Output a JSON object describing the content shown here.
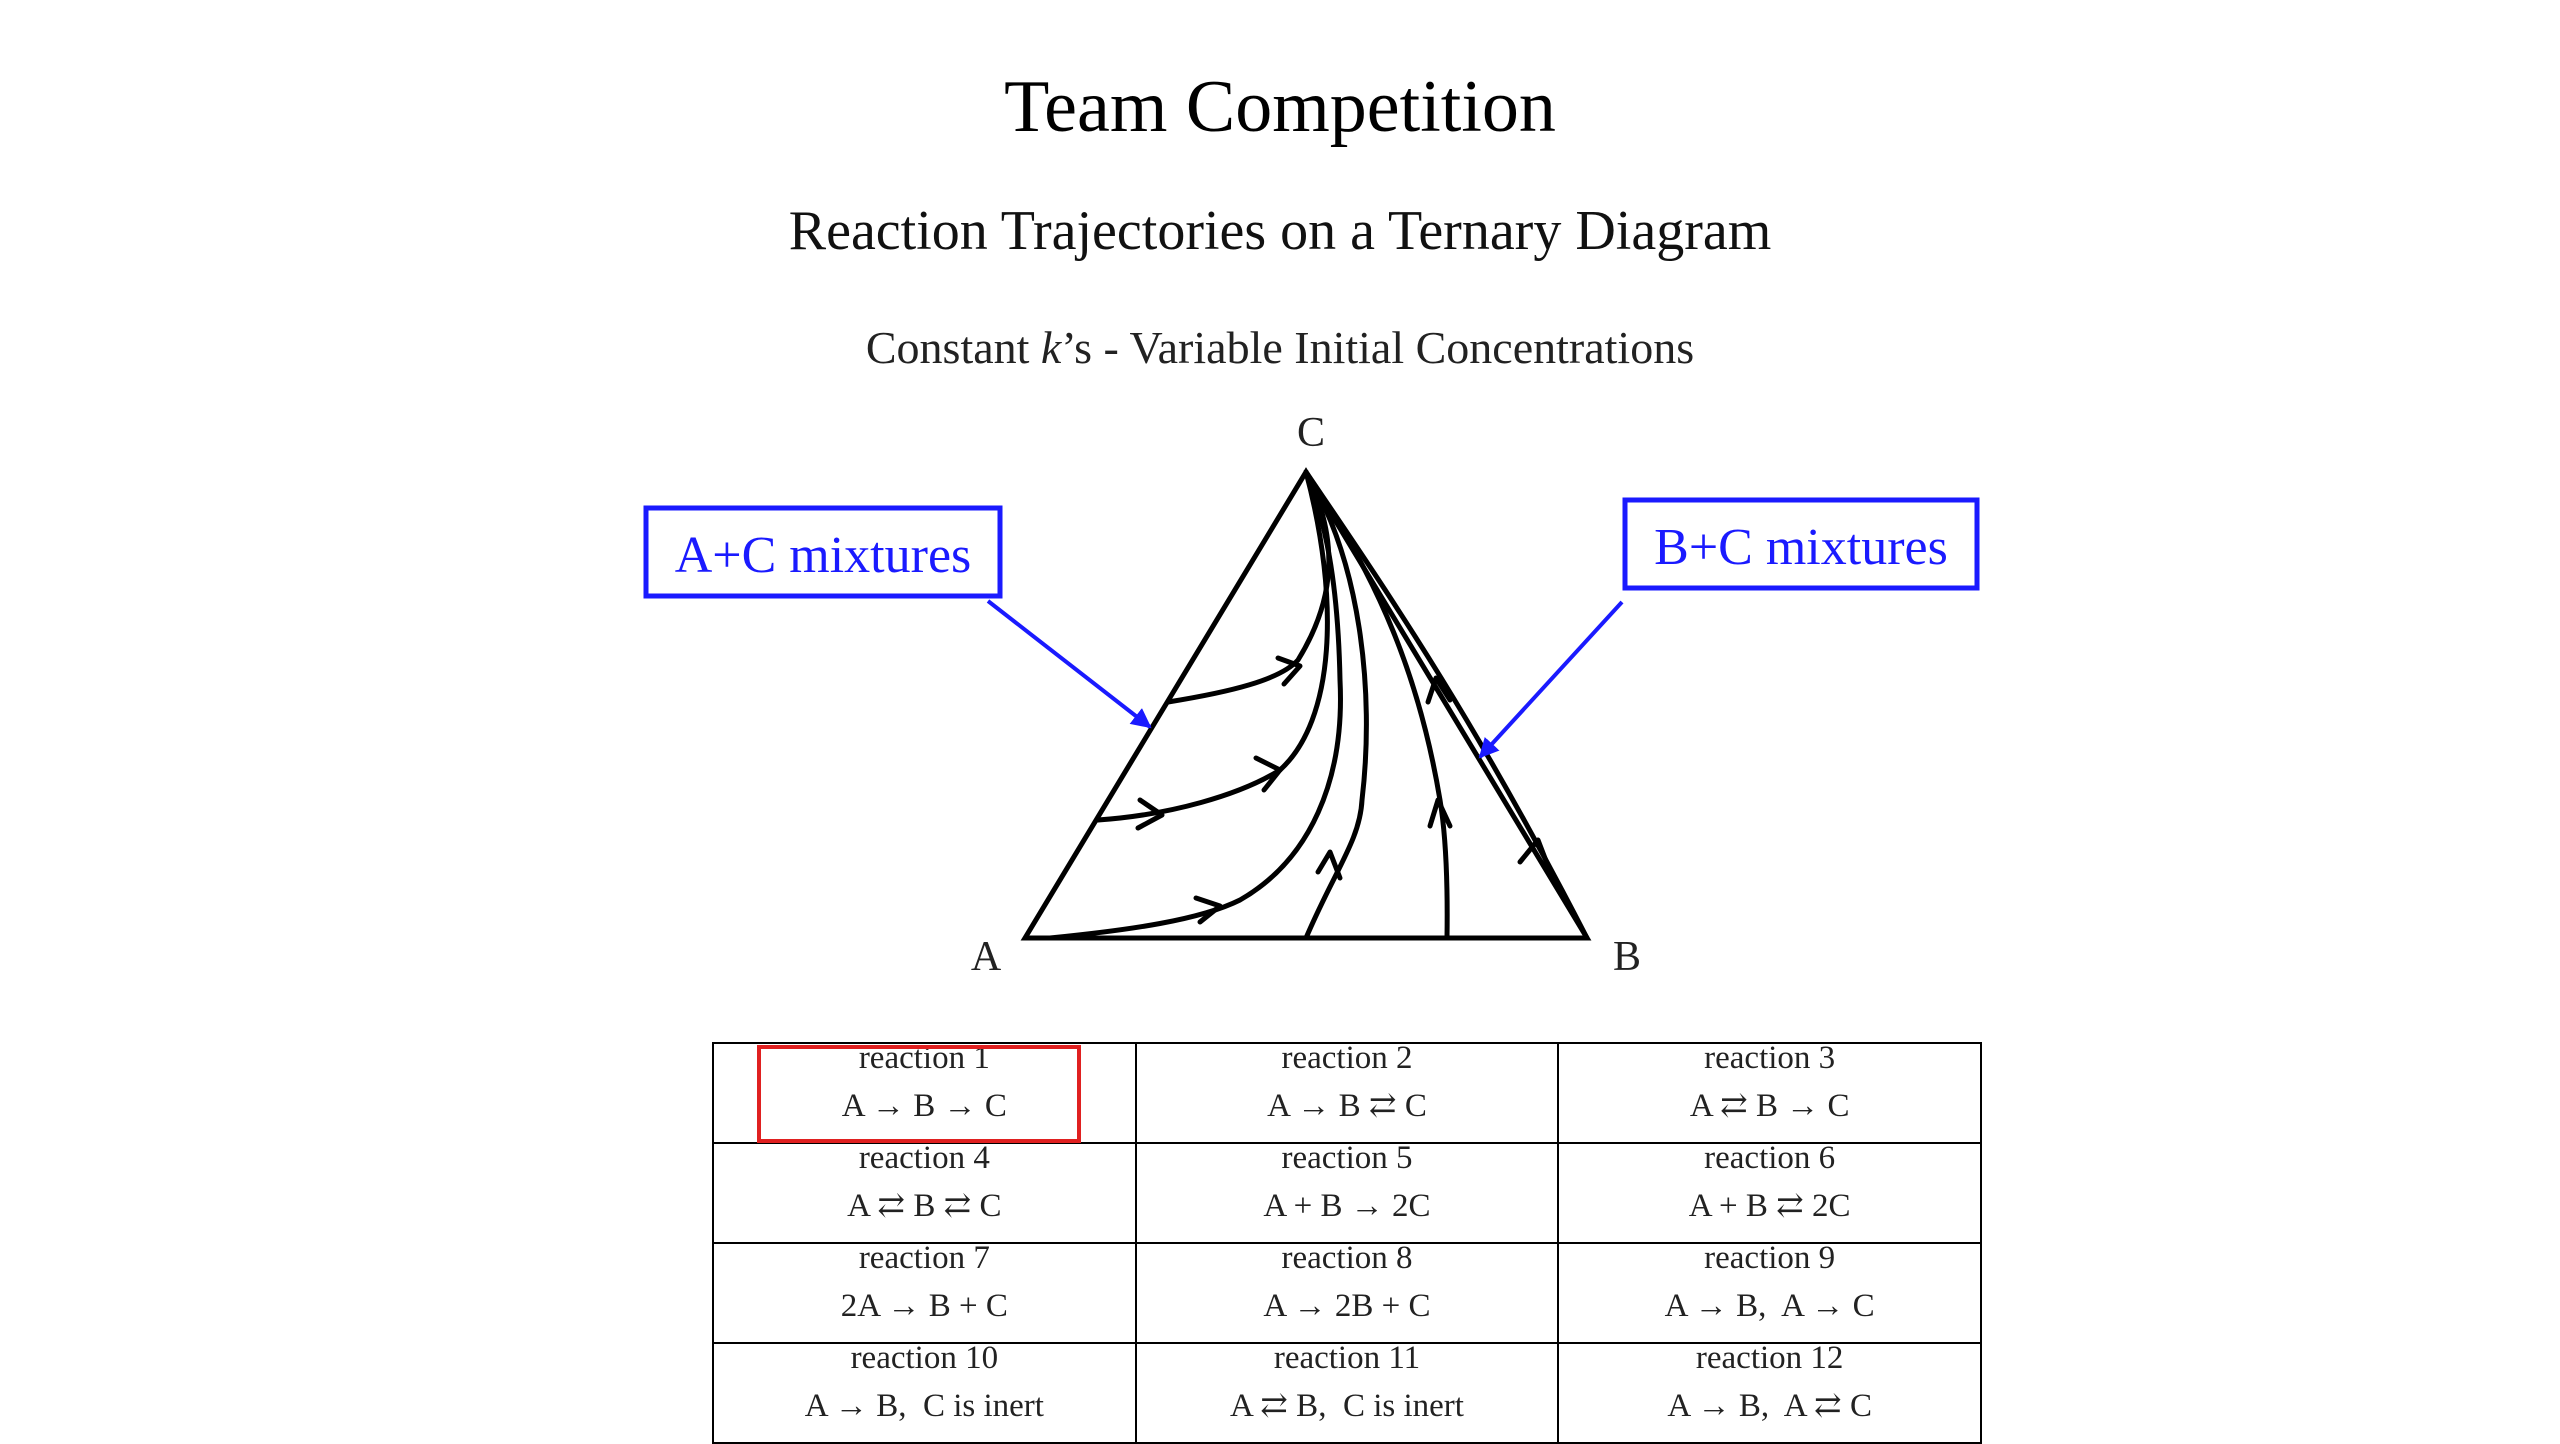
{
  "header": {
    "title": "Team Competition",
    "subtitle": "Reaction Trajectories on a Ternary Diagram",
    "caption_prefix": "Constant ",
    "caption_k": "k",
    "caption_suffix": "’s  -  Variable Initial Concentrations"
  },
  "diagram": {
    "vertex_a": "A",
    "vertex_b": "B",
    "vertex_c": "C",
    "callout_left": "A+C mixtures",
    "callout_right": "B+C mixtures",
    "callout_color": "#1a1aff"
  },
  "highlight": {
    "color": "#e02020",
    "target": "reaction 1"
  },
  "reactions": [
    [
      {
        "name": "reaction 1",
        "eq": "A → B → C"
      },
      {
        "name": "reaction 2",
        "eq": "A → B ⇄ C"
      },
      {
        "name": "reaction 3",
        "eq": "A ⇄ B → C"
      }
    ],
    [
      {
        "name": "reaction 4",
        "eq": "A ⇄ B ⇄ C"
      },
      {
        "name": "reaction 5",
        "eq": "A + B → 2C"
      },
      {
        "name": "reaction 6",
        "eq": "A + B ⇄ 2C"
      }
    ],
    [
      {
        "name": "reaction 7",
        "eq": "2A → B + C"
      },
      {
        "name": "reaction 8",
        "eq": "A → 2B + C"
      },
      {
        "name": "reaction 9",
        "eq": "A → B,  A → C"
      }
    ],
    [
      {
        "name": "reaction 10",
        "eq": "A → B,  C is inert"
      },
      {
        "name": "reaction 11",
        "eq": "A ⇄ B,  C is inert"
      },
      {
        "name": "reaction 12",
        "eq": "A → B,  A ⇄ C"
      }
    ]
  ]
}
